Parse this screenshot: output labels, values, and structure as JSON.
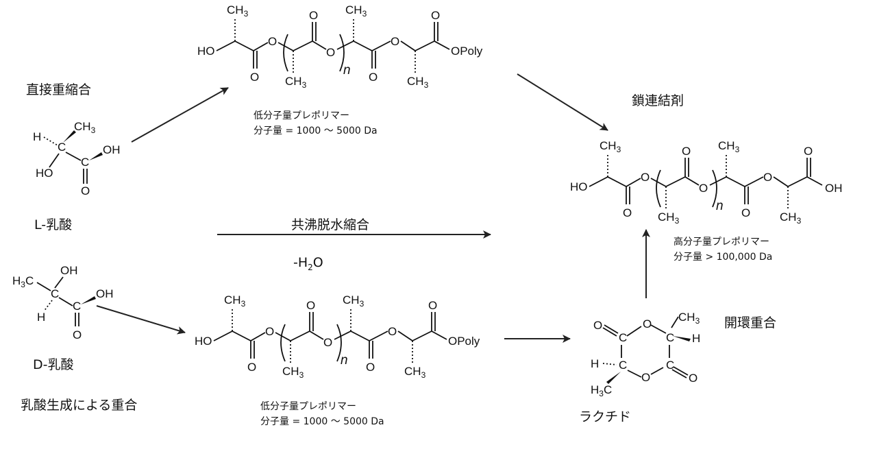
{
  "routes": {
    "direct": "直接重縮合",
    "azeotropic": "共沸脱水縮合",
    "lactic_acid_production": "乳酸生成による重合",
    "chain_extender": "鎖連結剤",
    "ring_opening": "開環重合"
  },
  "compounds": {
    "l_lactic_acid": "L-乳酸",
    "d_lactic_acid": "D-乳酸",
    "lactide": "ラクチド"
  },
  "byproduct": {
    "prefix": "-H",
    "subscript": "2",
    "suffix": "O"
  },
  "prepolymer_low_1": {
    "name": "低分子量プレポリマー",
    "mw": "分子量 = 1000 ～ 5000 Da"
  },
  "prepolymer_low_2": {
    "name": "低分子量プレポリマー",
    "mw": "分子量 = 1000 ～ 5000 Da"
  },
  "prepolymer_high": {
    "name": "高分子量プレポリマー",
    "mw": "分子量 > 100,000 Da"
  },
  "atoms": {
    "ch3": "CH",
    "three": "3",
    "ho": "HO",
    "oh": "OH",
    "o": "O",
    "h": "H",
    "c": "C",
    "h3c_h": "H",
    "h3c_3": "3",
    "h3c_c": "C",
    "opoly": "OPoly",
    "n": "n"
  }
}
